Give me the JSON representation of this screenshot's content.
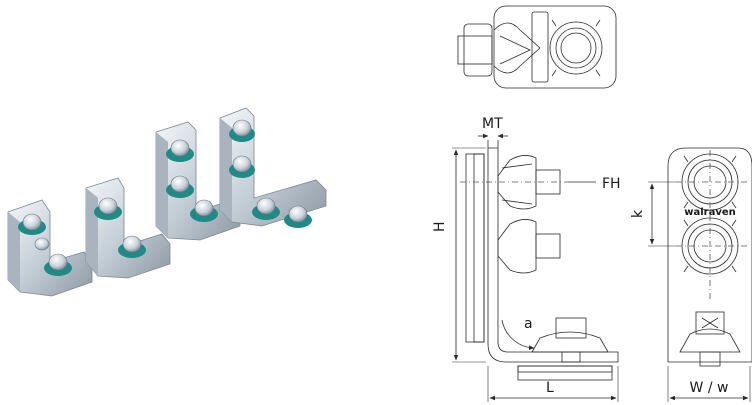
{
  "diagram": {
    "labels": {
      "mt": "MT",
      "fh": "FH",
      "h": "H",
      "k": "k",
      "a": "a",
      "l": "L",
      "ww": "W / w",
      "brand": "walraven"
    },
    "colors": {
      "metal_light": "#e3e9ef",
      "metal_mid": "#b8c3cd",
      "metal_dark": "#7f8b96",
      "seal_green": "#1f8a86",
      "line": "#2a2a2a"
    }
  }
}
